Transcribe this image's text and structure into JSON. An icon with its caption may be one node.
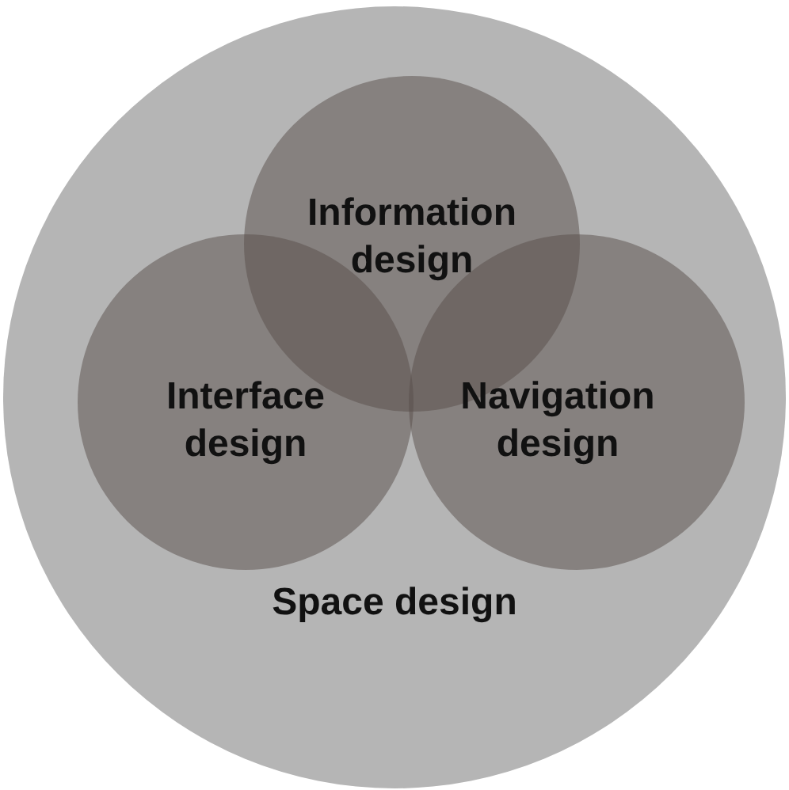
{
  "diagram": {
    "nodes": [
      {
        "text": [
          "Space design"
        ]
      },
      {
        "text": [
          "Information design"
        ],
        "in": 0
      },
      {
        "text": [
          "Interface design"
        ],
        "in": 0
      },
      {
        "text": [
          "Navigation design"
        ],
        "in": 0
      }
    ]
  }
}
